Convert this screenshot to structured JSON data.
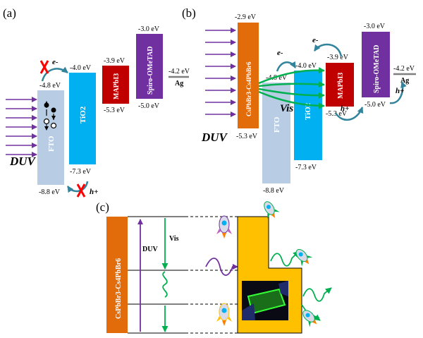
{
  "panel_a": {
    "label": "(a)",
    "light_label": "DUV",
    "blocks": {
      "fto": {
        "name": "FTO",
        "top": "-4.8 eV",
        "bottom": "-8.8 eV"
      },
      "tio2": {
        "name": "TiO2",
        "top": "-4.0 eV",
        "bottom": "-7.3 eV"
      },
      "mapbi3": {
        "name": "MAPbI3",
        "top": "-3.9 eV",
        "bottom": "-5.3 eV"
      },
      "spiro": {
        "name": "Spiro-OMeTAD",
        "top": "-3.0 eV",
        "bottom": "-5.0 eV"
      },
      "ag": {
        "name": "Ag",
        "level": "-4.2 eV"
      }
    },
    "electron": "e-",
    "hole": "h+"
  },
  "panel_b": {
    "label": "(b)",
    "light_label": "DUV",
    "vis_label": "Vis",
    "blocks": {
      "cspb": {
        "name": "CsPbBr3-Cs4PbBr6",
        "top": "-2.9 eV",
        "bottom": "-5.3 eV"
      },
      "fto": {
        "name": "FTO",
        "top": "-4.8 eV",
        "bottom": "-8.8 eV"
      },
      "tio2": {
        "name": "TiO2",
        "top": "-4.0 eV",
        "bottom": "-7.3 eV"
      },
      "mapbi3": {
        "name": "MAPbI3",
        "top": "-3.9 eV",
        "bottom": "-5.3 eV"
      },
      "spiro": {
        "name": "Spiro-OMeTAD",
        "top": "-3.0 eV",
        "bottom": "-5.0 eV"
      },
      "ag": {
        "name": "Ag",
        "level": "-4.2 eV"
      }
    },
    "electron": "e-",
    "hole": "h+"
  },
  "panel_c": {
    "label": "(c)",
    "block_name": "CsPbBr3-Cs4PbBr6",
    "duv_label": "DUV",
    "vis_label": "Vis"
  },
  "colors": {
    "fto": "#b8cde4",
    "tio2": "#00b0f0",
    "mapbi3": "#c00000",
    "spiro": "#7030a0",
    "cspb": "#e36c0a",
    "yellow": "#ffc000",
    "arrow_purple": "#7030a0",
    "arrow_green": "#00b050",
    "curve_teal": "#31849b",
    "cross_red": "#ff0000"
  }
}
